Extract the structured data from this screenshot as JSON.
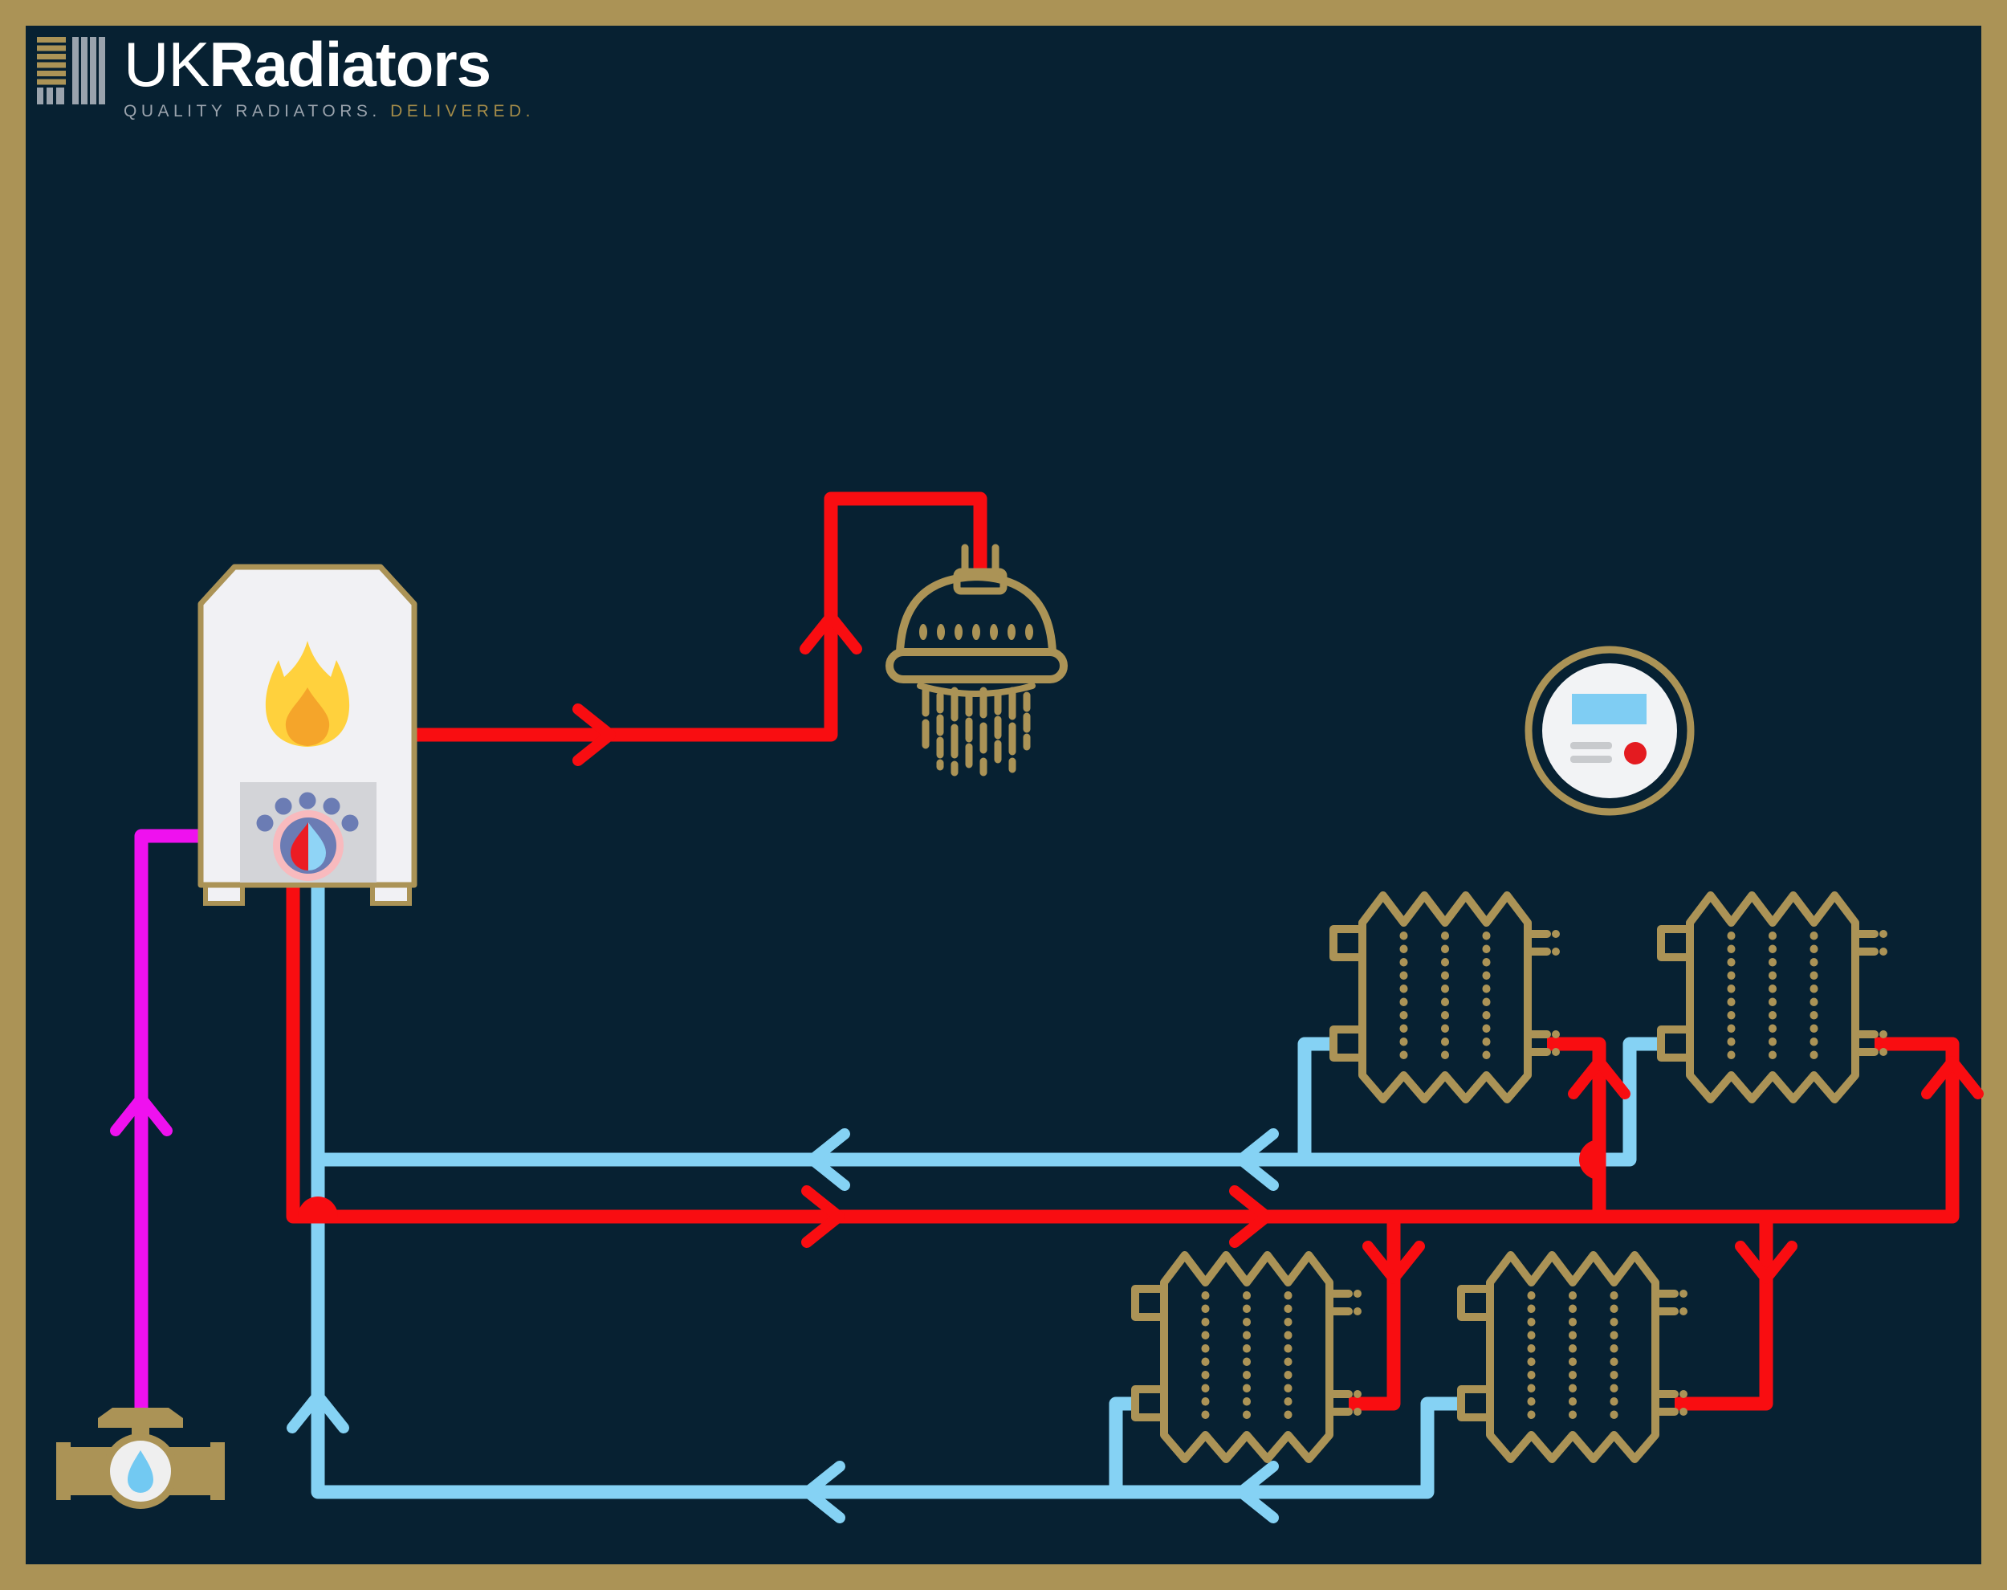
{
  "brand": {
    "name_prefix": "UK",
    "name_suffix": "Radiators",
    "tagline": "QUALITY RADIATORS.",
    "tagline_accent": "DELIVERED."
  },
  "colors": {
    "gold": "#ab9356",
    "navy": "#072132",
    "hot": "#f90d11",
    "cold": "#85d2f4",
    "mains": "#ef11ef",
    "boiler_body": "#f1f1f4",
    "boiler_panel": "#d3d4d8",
    "flame_outer": "#ffd13d",
    "flame_inner": "#f5a52a",
    "dial_slate": "#6b7cb4",
    "dial_ring": "#f8babe",
    "drop_red": "#ec1c24",
    "drop_blue": "#8fd4f6",
    "meter_face": "#f2f3f5",
    "meter_screen": "#7fcdf3",
    "meter_gray": "#c8cacd",
    "meter_dot": "#e41b20",
    "logo_gray": "#9aa3ad",
    "logo_gold": "#a38b49",
    "logo_white": "#ffffff",
    "valve_drop": "#72c9f2",
    "valve_white": "#efefef"
  },
  "diagram": {
    "components": [
      {
        "id": "boiler",
        "icon": "gas-boiler-icon"
      },
      {
        "id": "shower",
        "icon": "shower-head-icon"
      },
      {
        "id": "smart-meter",
        "icon": "smart-meter-icon"
      },
      {
        "id": "radiator-top-left",
        "icon": "radiator-icon"
      },
      {
        "id": "radiator-top-right",
        "icon": "radiator-icon"
      },
      {
        "id": "radiator-bottom-left",
        "icon": "radiator-icon"
      },
      {
        "id": "radiator-bottom-right",
        "icon": "radiator-icon"
      },
      {
        "id": "mains-water-valve",
        "icon": "stopcock-valve-icon"
      }
    ],
    "pipes": [
      {
        "id": "hot-water-to-shower",
        "color_key": "hot"
      },
      {
        "id": "heating-flow",
        "color_key": "hot"
      },
      {
        "id": "heating-return",
        "color_key": "cold"
      },
      {
        "id": "cold-mains-inlet",
        "color_key": "mains"
      }
    ]
  }
}
